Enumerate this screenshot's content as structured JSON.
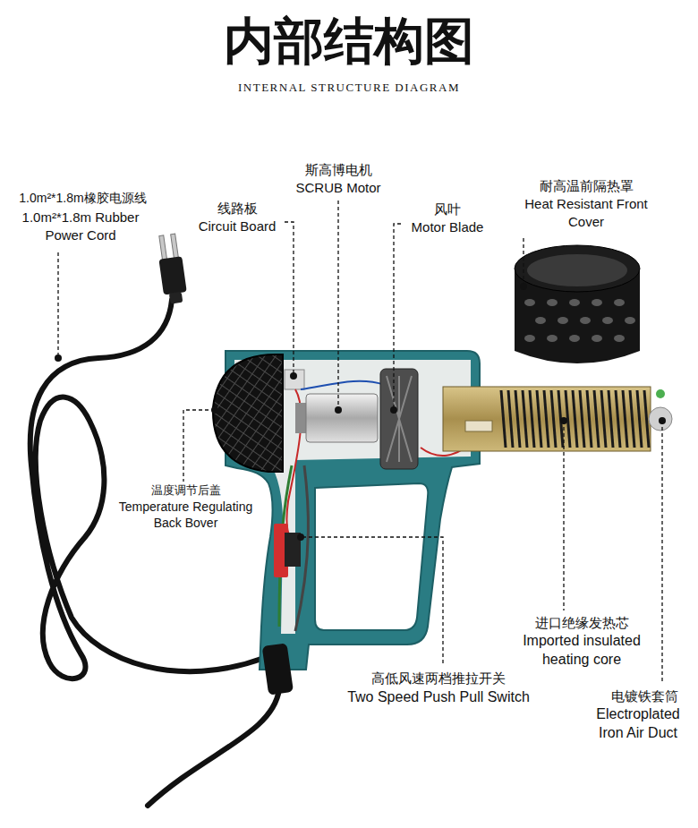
{
  "diagram": {
    "title": "内部结构图",
    "labels": [
      "INTERNAL STRUCTURE DIAGRAM",
      "1.0m²*1.8m橡胶电源线",
      "1.0m²*1.8m Rubber Power Cord",
      "线路板",
      "Circuit Board",
      "斯高博电机",
      "SCRUB Motor",
      "风叶",
      "Motor Blade",
      "耐高温前隔热罩",
      "Heat Resistant Front Cover",
      "温度调节后盖",
      "Temperature Regulating Back Bover",
      "高低风速两档推拉开关",
      "Two Speed Push Pull Switch",
      "进口绝缘发热芯",
      "Imported insulated heating core",
      "电镀铁套筒",
      "Electroplated Iron Air Duct"
    ]
  }
}
